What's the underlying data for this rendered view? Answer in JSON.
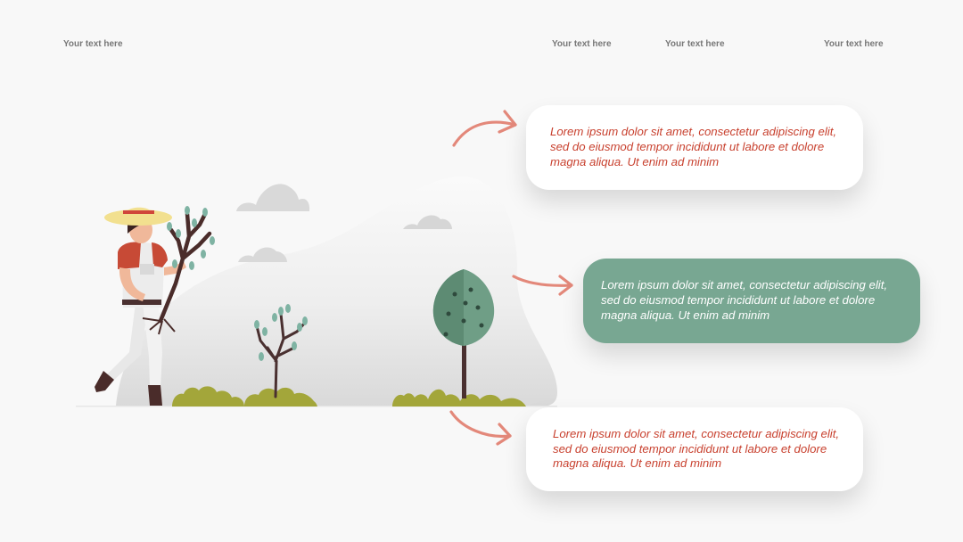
{
  "header": {
    "label_1": "Your text here",
    "label_2": "Your text here",
    "label_3": "Your text here",
    "label_4": "Your text here"
  },
  "cards": [
    {
      "text": "Lorem ipsum dolor sit amet, consectetur adipiscing elit, sed do eiusmod tempor incididunt ut labore et dolore magna aliqua. Ut enim ad minim"
    },
    {
      "text": "Lorem ipsum dolor sit amet, consectetur adipiscing elit, sed do eiusmod tempor incididunt ut labore et dolore magna aliqua. Ut enim ad minim"
    },
    {
      "text": "Lorem ipsum dolor sit amet, consectetur adipiscing elit, sed do eiusmod tempor incididunt ut labore et dolore magna aliqua. Ut enim ad minim"
    }
  ],
  "colors": {
    "accent_text": "#c8402e",
    "arrow": "#e3887a",
    "card_green": "#78a792",
    "bush": "#a3a63a",
    "tree_foliage": "#6f9e86"
  },
  "icons": [
    "arrow-icon",
    "cloud-icon",
    "gardener-illustration",
    "tree-icon",
    "sapling-icon",
    "bush-icon"
  ]
}
